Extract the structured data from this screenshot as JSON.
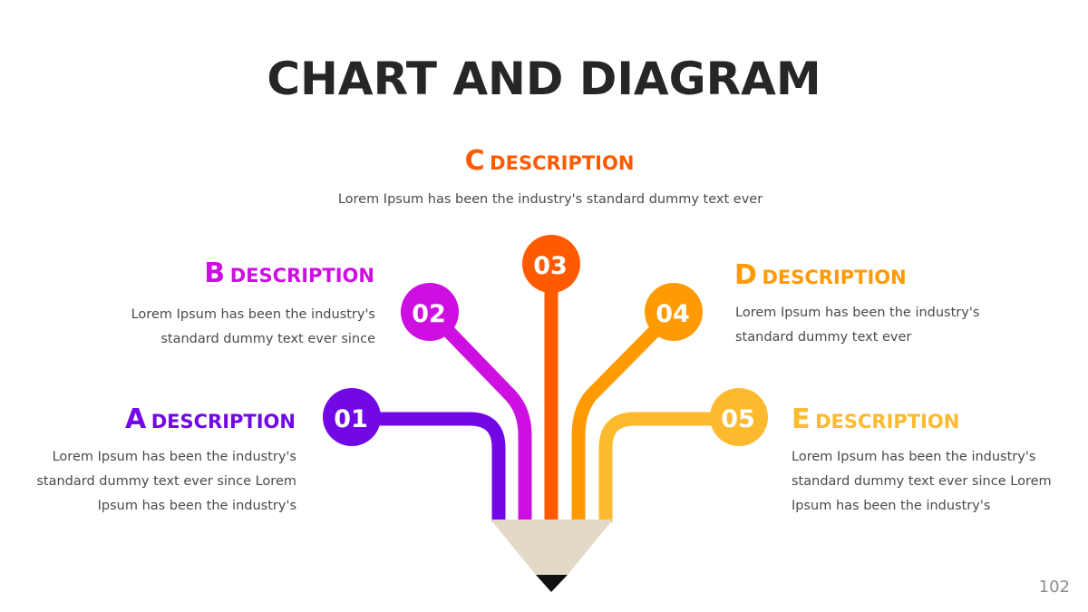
{
  "title": "CHART AND DIAGRAM",
  "page_number": "102",
  "items": [
    {
      "number": "01",
      "letter": "A",
      "word": "DESCRIPTION",
      "color": "#7208E6",
      "text_lines": [
        "Lorem Ipsum has been the industry's",
        "standard dummy text ever since Lorem",
        "Ipsum has been the industry's"
      ]
    },
    {
      "number": "02",
      "letter": "B",
      "word": "DESCRIPTION",
      "color": "#CE0FE2",
      "text_lines": [
        "Lorem Ipsum has been the industry's",
        "standard dummy text ever since"
      ]
    },
    {
      "number": "03",
      "letter": "C",
      "word": "DESCRIPTION",
      "color": "#FF5A00",
      "text_lines": [
        "Lorem Ipsum has been the industry's standard dummy text ever"
      ]
    },
    {
      "number": "04",
      "letter": "D",
      "word": "DESCRIPTION",
      "color": "#FF9A02",
      "text_lines": [
        "Lorem Ipsum has been the industry's",
        "standard dummy text ever"
      ]
    },
    {
      "number": "05",
      "letter": "E",
      "word": "DESCRIPTION",
      "color": "#FDBA2E",
      "text_lines": [
        "Lorem Ipsum has been the industry's",
        "standard dummy text ever since Lorem",
        "Ipsum has been the industry's"
      ]
    }
  ],
  "colors": {
    "pencil_wood": "#E2D9C6",
    "pencil_tip": "#111111",
    "title": "#262626"
  }
}
